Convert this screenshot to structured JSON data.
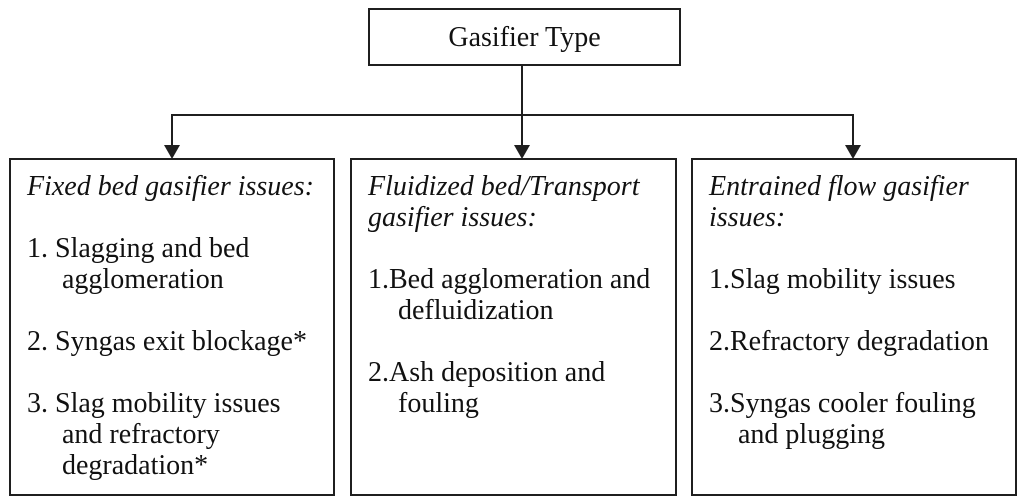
{
  "diagram": {
    "root": {
      "label": "Gasifier Type"
    },
    "branches": [
      {
        "header": "Fixed bed gasifier issues:",
        "items": [
          "1. Slagging and bed\nagglomeration",
          "2. Syngas exit blockage*",
          "3. Slag mobility issues\nand refractory\ndegradation*"
        ]
      },
      {
        "header": "Fluidized bed/Transport\ngasifier issues:",
        "items": [
          "1.Bed agglomeration and\ndefluidization",
          "2.Ash deposition and\nfouling"
        ]
      },
      {
        "header": "Entrained flow gasifier\nissues:",
        "items": [
          "1.Slag mobility issues",
          "2.Refractory degradation",
          "3.Syngas cooler fouling\nand plugging"
        ]
      }
    ],
    "colors": {
      "line": "#1f1f1f",
      "text": "#111111",
      "background": "#ffffff"
    }
  }
}
